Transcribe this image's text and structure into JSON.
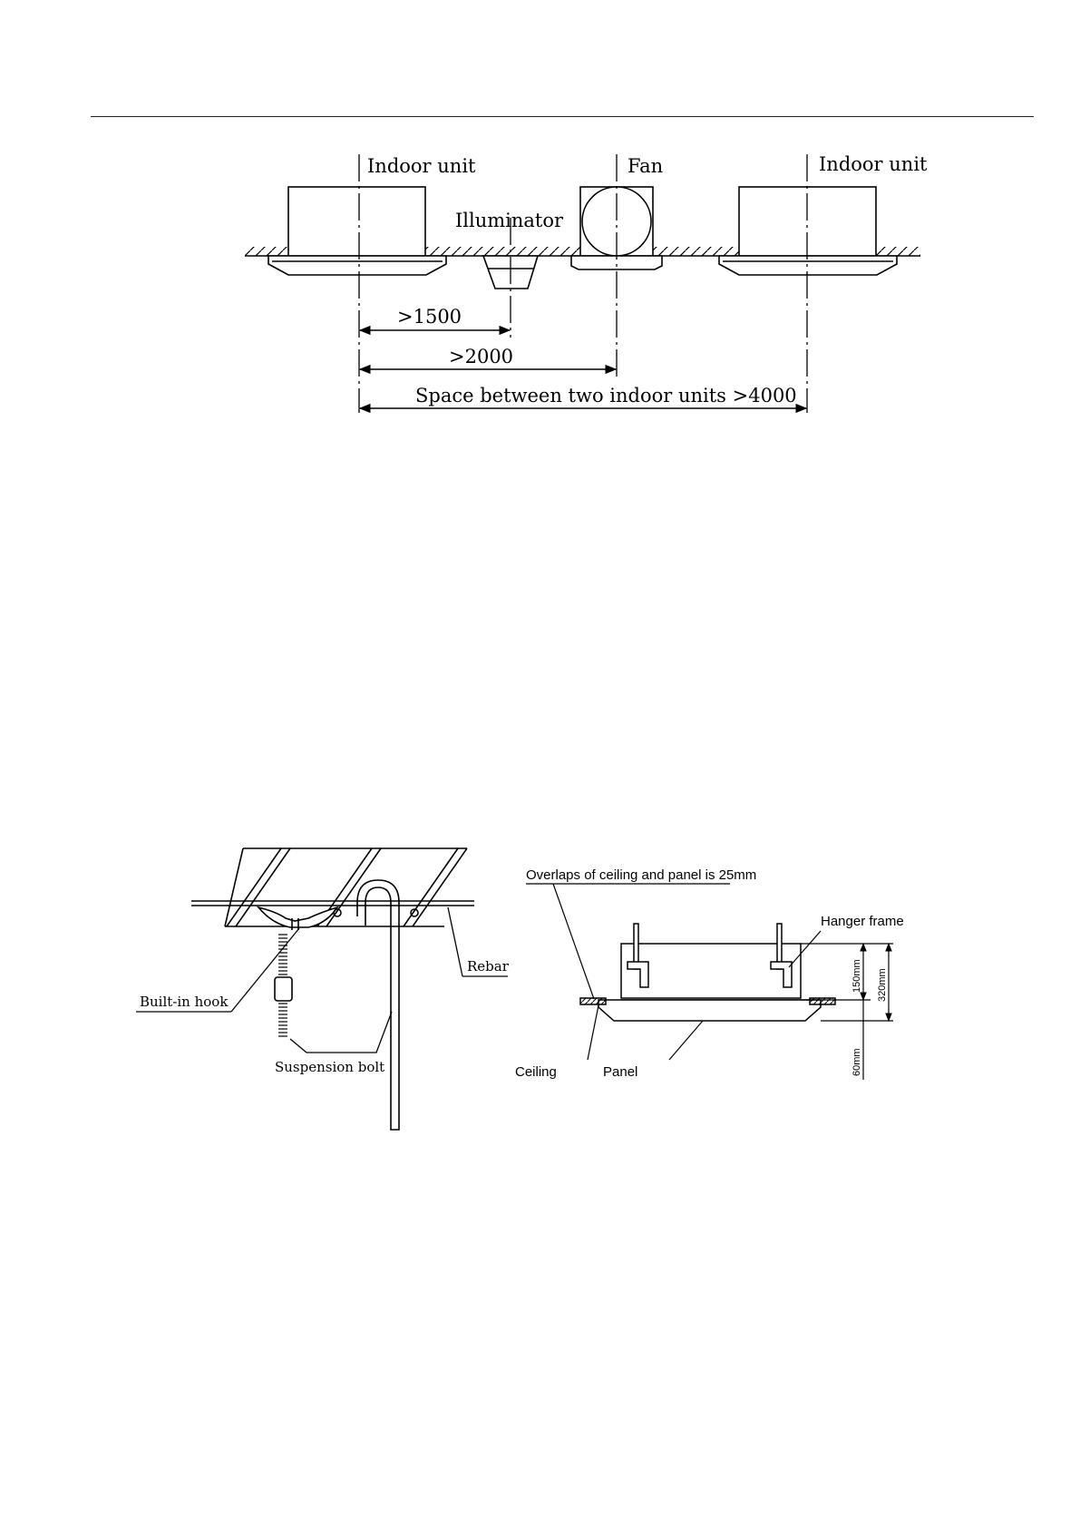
{
  "diagram1": {
    "label_indoor_left": "Indoor unit",
    "label_fan": "Fan",
    "label_indoor_right": "Indoor unit",
    "label_illuminator": "Illuminator",
    "dim_1500": ">1500",
    "dim_2000": ">2000",
    "dim_space": "Space between two indoor units >4000"
  },
  "diagram2": {
    "label_builtin_hook": "Built-in hook",
    "label_suspension_bolt": "Suspension bolt",
    "label_rebar": "Rebar"
  },
  "diagram3": {
    "label_overlap": "Overlaps of ceiling and panel is 25mm",
    "label_hanger_frame": "Hanger frame",
    "label_ceiling": "Ceiling",
    "label_panel": "Panel",
    "dim_150": "150mm",
    "dim_320": "320mm",
    "dim_60": "60mm"
  }
}
